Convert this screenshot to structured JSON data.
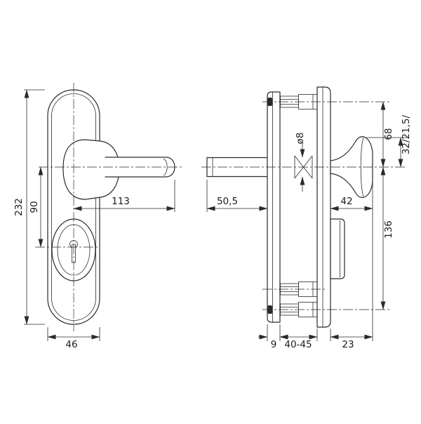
{
  "style": {
    "ink": "#2a2a2a",
    "background": "#ffffff"
  },
  "front_view": {
    "overall_height": "232",
    "handle_to_cylinder": "90",
    "handle_length": "113",
    "plate_width": "46"
  },
  "side_view": {
    "spindle_length": "50,5",
    "spindle_diameter": "ø8",
    "knob_length": "42",
    "screw_to_axis": "68",
    "knob_grip_height": "32/21,5/",
    "axis_to_bottom_screw": "136",
    "plate_thickness": "9",
    "door_thickness": "40-45",
    "knob_projection": "23"
  }
}
